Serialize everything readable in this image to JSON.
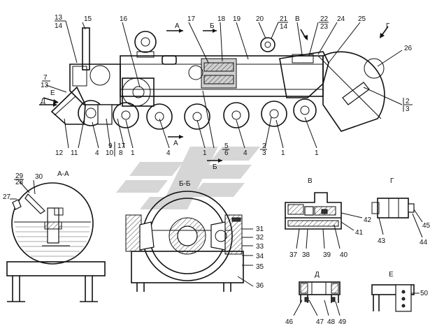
{
  "labels": {
    "l13a": "13",
    "l14a": "14",
    "l15": "15",
    "l16": "16",
    "l17": "17",
    "l18": "18",
    "l19": "19",
    "l20": "20",
    "l21": "21",
    "l14b": "14",
    "lB": "В",
    "l22": "22",
    "l23": "23",
    "l24": "24",
    "l25": "25",
    "lG": "Г",
    "l26": "26",
    "l2r": "2",
    "l3r": "3",
    "l7": "7",
    "l13b": "13",
    "lE": "Е",
    "lD": "Д",
    "l12": "12",
    "l11": "11",
    "l4a": "4",
    "l9": "9",
    "l10": "10",
    "l17b": "17",
    "l8": "8",
    "l1a": "1",
    "l4b": "4",
    "l1b": "1",
    "l5": "5",
    "l6": "6",
    "l4c": "4",
    "l2b": "2",
    "l3b": "3",
    "l1c": "1",
    "l1d": "1",
    "secA1": "А",
    "secA2": "А",
    "secB1": "Б",
    "secB2": "Б",
    "l27": "27",
    "l28": "28",
    "l29": "29",
    "l30": "30",
    "l31": "31",
    "l32": "32",
    "l33": "33",
    "l34": "34",
    "l35": "35",
    "l36": "36",
    "l37": "37",
    "l38": "38",
    "l39": "39",
    "l40": "40",
    "l41": "41",
    "l42": "42",
    "l43": "43",
    "l44": "44",
    "l45": "45",
    "l46": "46",
    "l47": "47",
    "l48": "48",
    "l49": "49",
    "l50": "50"
  },
  "views": {
    "aa": "А-А",
    "bb": "Б-Б",
    "v": "В",
    "g": "Г",
    "d": "Д",
    "e": "Е"
  },
  "colors": {
    "line": "#111111",
    "watermark": "#c8c8c8",
    "background": "#ffffff"
  }
}
